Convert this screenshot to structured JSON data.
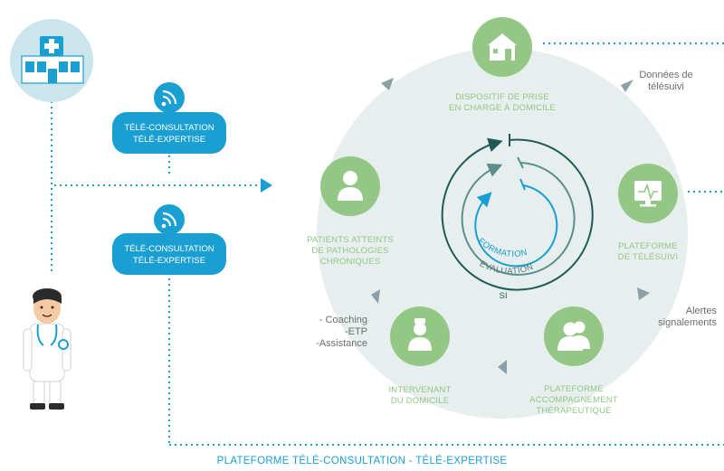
{
  "nodes": {
    "domicile": "DISPOSITIF DE PRISE\nEN CHARGE À DOMICILE",
    "telesuivi": "PLATEFORME\nDE TÉLÉSUIVI",
    "accompagnement": "PLATEFORME\nACCOMPAGNEMENT\nTHÉRAPEUTIQUE",
    "intervenant": "INTERVENANT\nDU DOMICILE",
    "patients": "PATIENTS ATTEINTS\nDE PATHOLOGIES\nCHRONIQUES"
  },
  "notes": {
    "donnees": "Données de\ntélésuivi",
    "alertes": "Alertes\nsignalements",
    "coaching": "- Coaching\n-ETP\n-Assistance"
  },
  "pills": {
    "top": [
      "TÉLÉ-CONSULTATION",
      "TÉLÉ-EXPERTISE"
    ],
    "bottom": [
      "TÉLÉ-CONSULTATION",
      "TÉLÉ-EXPERTISE"
    ]
  },
  "cycle": {
    "formation": "FORMATION",
    "evaluation": "EVALUATION",
    "si": "SI"
  },
  "footer": "PLATEFORME TÉLÉ-CONSULTATION - TÉLÉ-EXPERTISE",
  "colors": {
    "blue": "#1a9fd3",
    "green": "#94c785",
    "bigcircle": "#e7eeee",
    "arrow": "#8aa0a6",
    "dark": "#1f5a57",
    "teal": "#5a8f8c"
  }
}
